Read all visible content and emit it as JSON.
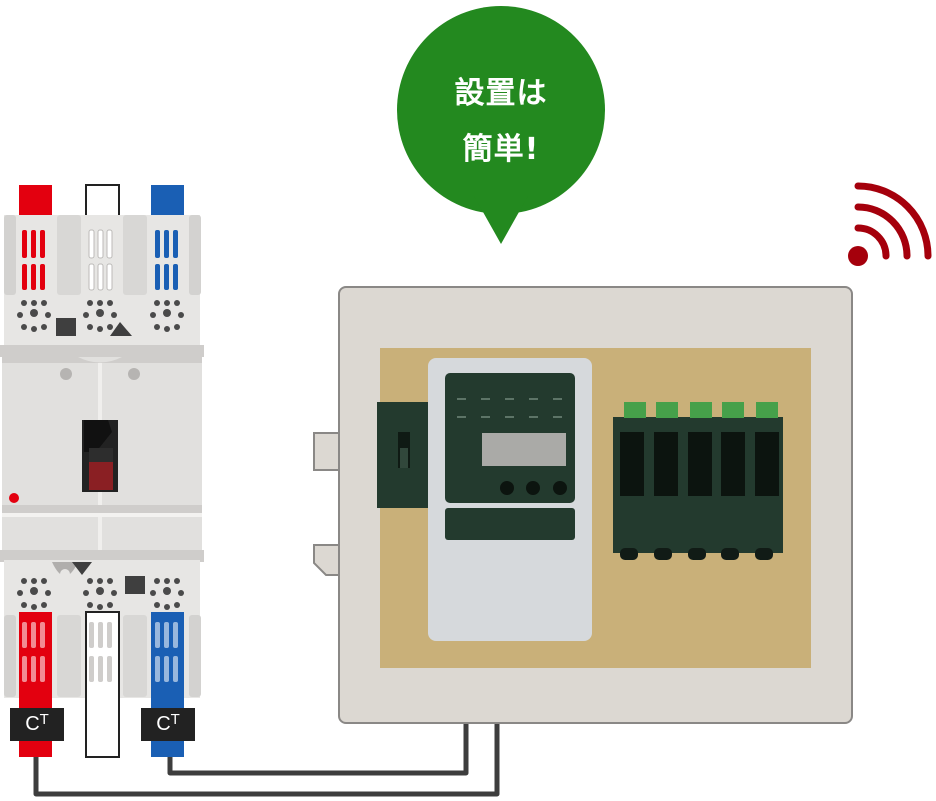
{
  "speech_bubble": {
    "line1": "設置は",
    "line2": "簡単!",
    "color": "#23891f"
  },
  "breaker": {
    "ct_left": {
      "c": "C",
      "t": "T"
    },
    "ct_right": {
      "c": "C",
      "t": "T"
    },
    "phase_colors": {
      "red": "#e3000f",
      "white": "#ffffff",
      "blue": "#1a5fb4"
    }
  },
  "panel": {
    "body_color": "#dcd8d2",
    "board_color": "#c9b079",
    "meter_color": "#233a2e"
  },
  "wireless_icon": {
    "color": "#a5000c"
  },
  "colors": {
    "wire": "#3d3d3d",
    "bubble_green": "#23891f"
  }
}
